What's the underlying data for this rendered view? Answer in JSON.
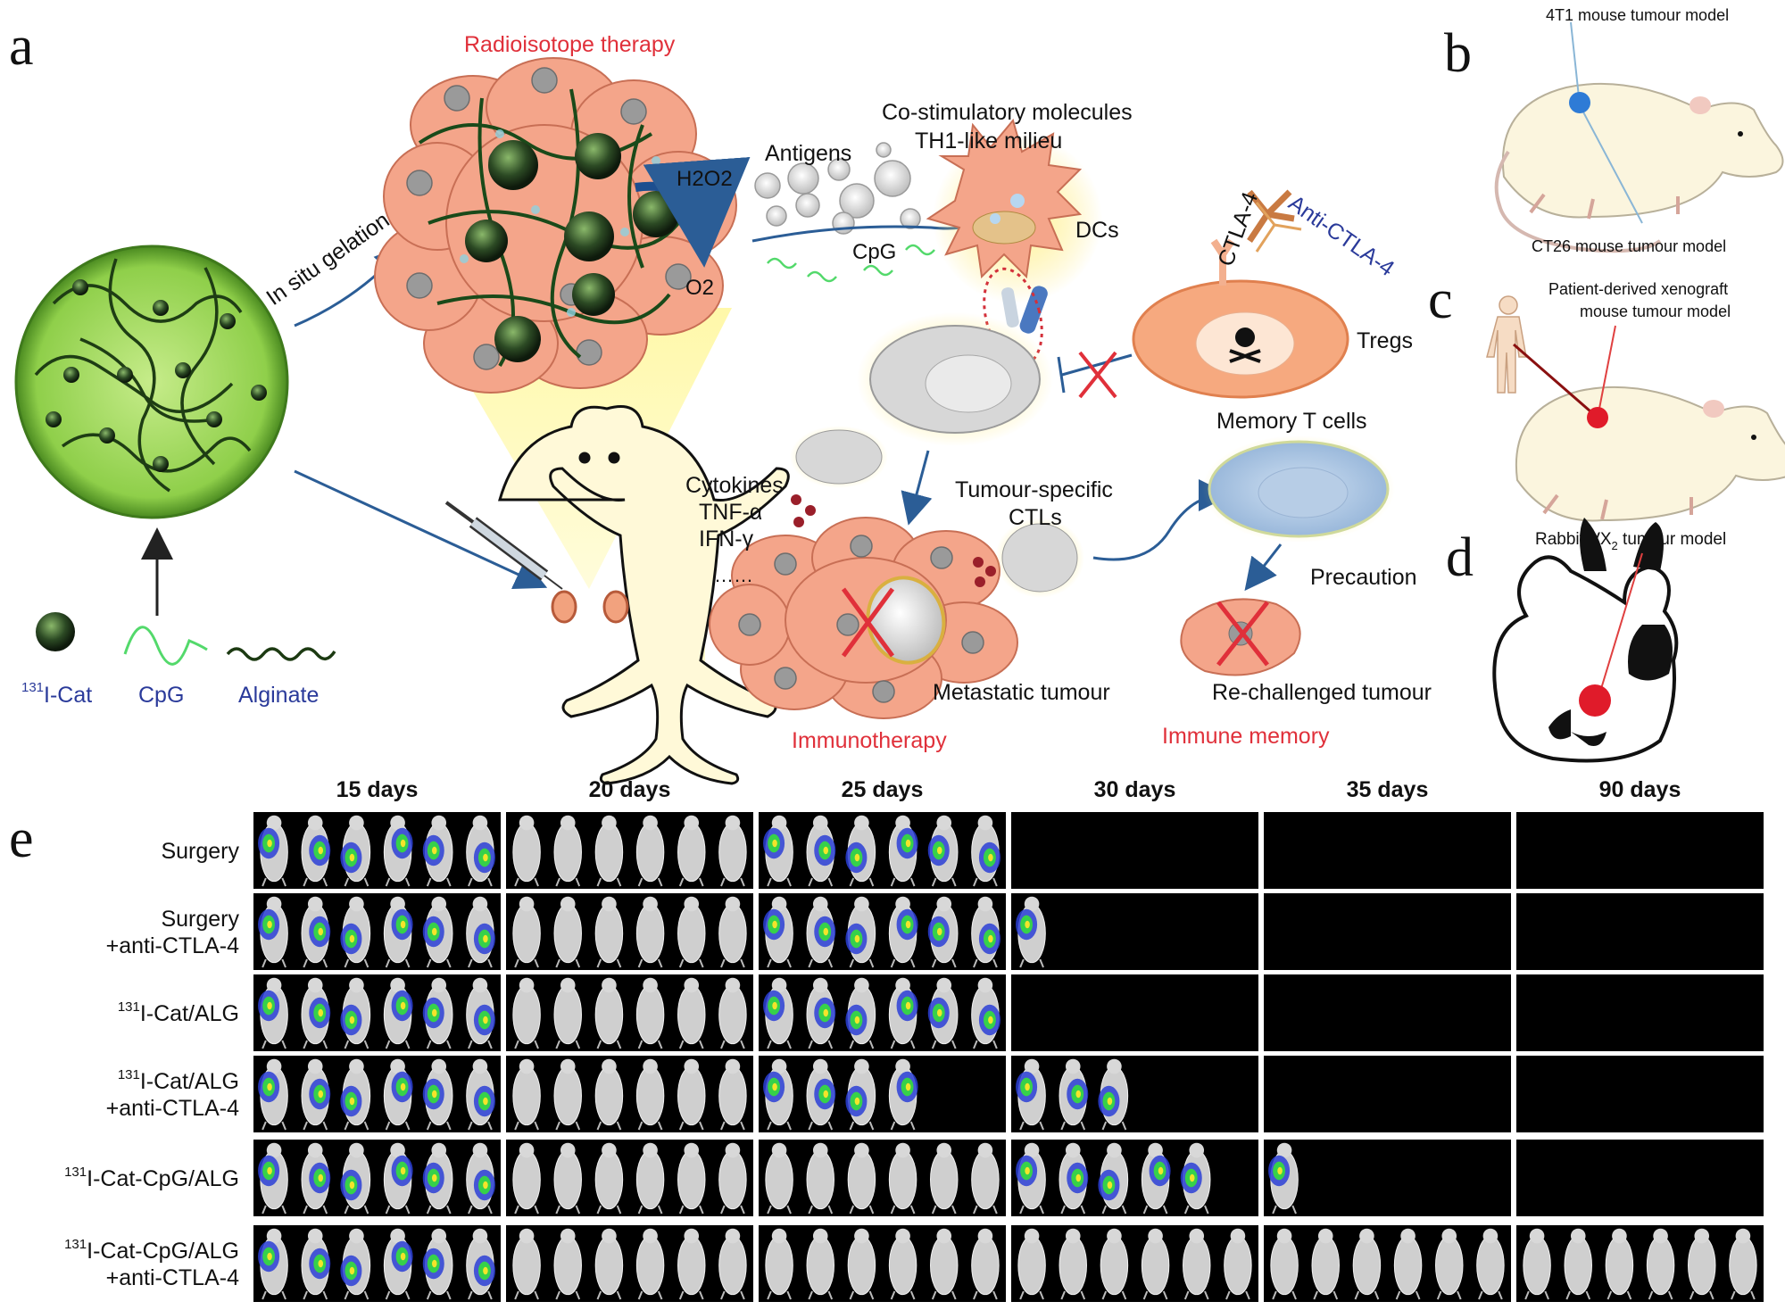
{
  "panel_letters": {
    "a": "a",
    "b": "b",
    "c": "c",
    "d": "d",
    "e": "e"
  },
  "panel_a": {
    "radioisotope_therapy": "Radioisotope therapy",
    "in_situ_gelation": "In situ gelation",
    "h2o2": "H2O2",
    "o2": "O2",
    "antigens": "Antigens",
    "cpg_label": "CpG",
    "costim_line1": "Co-stimulatory molecules",
    "costim_line2": "TH1-like milieu",
    "dcs": "DCs",
    "ctla4": "CTLA-4",
    "anti_ctla4": "Anti-CTLA-4",
    "tregs": "Tregs",
    "memory_t_cells": "Memory T cells",
    "cytokines": "Cytokines",
    "tnf": "TNF-α",
    "ifn": "IFN-γ",
    "ellipsis": "……",
    "tumour_specific": "Tumour-specific",
    "ctls": "CTLs",
    "precaution": "Precaution",
    "metastatic_tumour": "Metastatic tumour",
    "rechallenged_tumour": "Re-challenged tumour",
    "immunotherapy": "Immunotherapy",
    "immune_memory": "Immune memory",
    "legend": {
      "cat_sup": "131",
      "cat": "I-Cat",
      "cpg": "CpG",
      "alginate": "Alginate"
    }
  },
  "panel_b": {
    "model_4t1": "4T1 mouse tumour model",
    "model_ct26": "CT26 mouse tumour model"
  },
  "panel_c": {
    "line1": "Patient-derived xenograft",
    "line2": "mouse tumour model"
  },
  "panel_d": {
    "text": "Rabbit VX",
    "sub": "2",
    "text2": " tumour model"
  },
  "panel_e": {
    "days": [
      "15 days",
      "20 days",
      "25 days",
      "30 days",
      "35 days",
      "90 days"
    ],
    "rows": [
      {
        "line1": "Surgery",
        "line2": "",
        "sup": ""
      },
      {
        "line1": "Surgery",
        "line2": "+anti-CTLA-4",
        "sup": ""
      },
      {
        "line1": "I-Cat/ALG",
        "line2": "",
        "sup": "131"
      },
      {
        "line1": "I-Cat/ALG",
        "line2": "+anti-CTLA-4",
        "sup": "131"
      },
      {
        "line1": "I-Cat-CpG/ALG",
        "line2": "",
        "sup": "131"
      },
      {
        "line1": "I-Cat-CpG/ALG",
        "line2": "+anti-CTLA-4",
        "sup": "131"
      }
    ],
    "mice_visible": [
      [
        6,
        6,
        6,
        0,
        0,
        0
      ],
      [
        6,
        6,
        6,
        1,
        0,
        0
      ],
      [
        6,
        6,
        6,
        0,
        0,
        0
      ],
      [
        6,
        6,
        4,
        3,
        0,
        0
      ],
      [
        6,
        6,
        6,
        5,
        1,
        0
      ],
      [
        6,
        6,
        6,
        6,
        6,
        6
      ]
    ],
    "tumour_signal": [
      [
        1,
        0,
        1,
        0,
        0,
        0
      ],
      [
        1,
        0,
        1,
        1,
        0,
        0
      ],
      [
        1,
        0,
        1,
        0,
        0,
        0
      ],
      [
        1,
        0,
        1,
        1,
        0,
        0
      ],
      [
        1,
        0,
        0,
        1,
        1,
        0
      ],
      [
        1,
        0,
        0,
        0,
        0,
        0
      ]
    ]
  },
  "colors": {
    "tumour": "#f4a58a",
    "gel": "#9ed455",
    "red_label": "#e0303a",
    "blue_label": "#2a3a9a"
  }
}
